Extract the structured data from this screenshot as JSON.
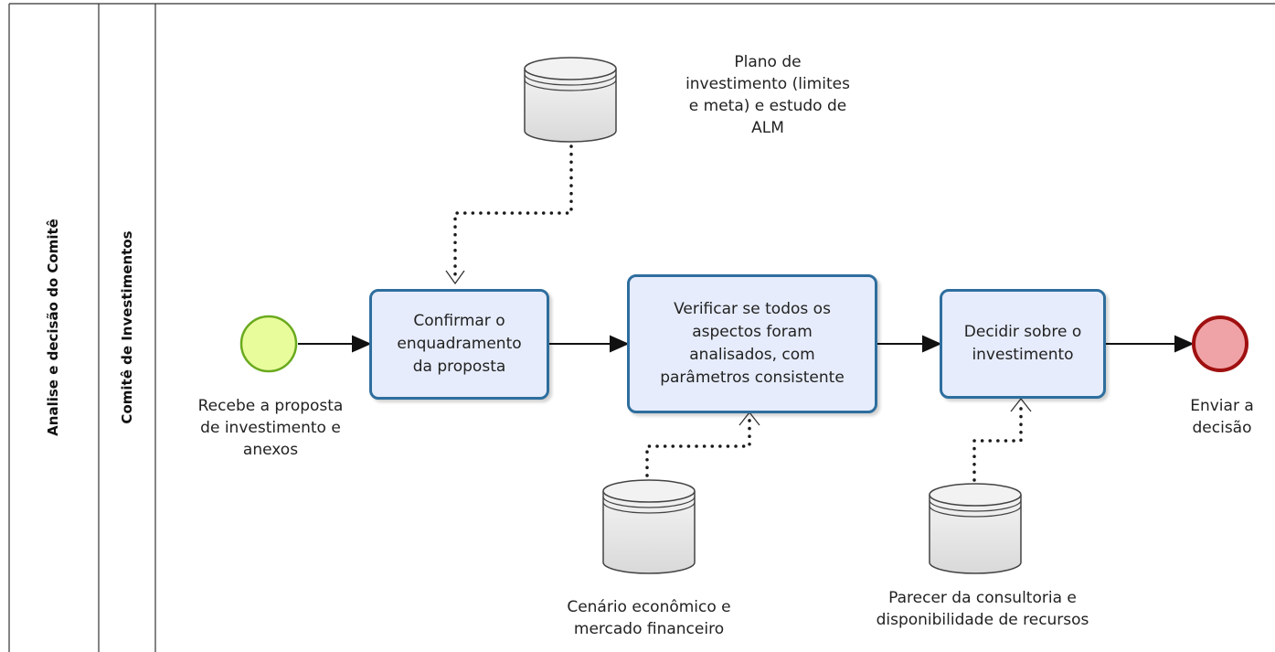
{
  "pool": {
    "label": "Analise e decisão do Comitê"
  },
  "lane": {
    "label": "Comitê de Investimentos"
  },
  "start_event": {
    "label": "Recebe a proposta\nde investimento e\nanexos"
  },
  "end_event": {
    "label": "Enviar a\ndecisão"
  },
  "tasks": [
    {
      "label": "Confirmar o\nenquadramento\nda proposta"
    },
    {
      "label": "Verificar se todos os\naspectos foram\nanalisados, com\nparâmetros consistente"
    },
    {
      "label": "Decidir sobre o\ninvestimento"
    }
  ],
  "data_stores": [
    {
      "label": "Plano de\ninvestimento (limites\ne meta) e estudo de\nALM"
    },
    {
      "label": "Cenário econômico e\nmercado financeiro"
    },
    {
      "label": "Parecer da consultoria e\ndisponibilidade de recursos"
    }
  ],
  "colors": {
    "start_fill": "#e9fc9c",
    "start_stroke": "#6aaa1e",
    "end_fill": "#f0a3a6",
    "end_stroke": "#a01010",
    "task_fill": "#e6ecfb",
    "task_stroke": "#2e6e9e",
    "store_fill": "#e6e6e6",
    "store_stroke": "#444444"
  }
}
